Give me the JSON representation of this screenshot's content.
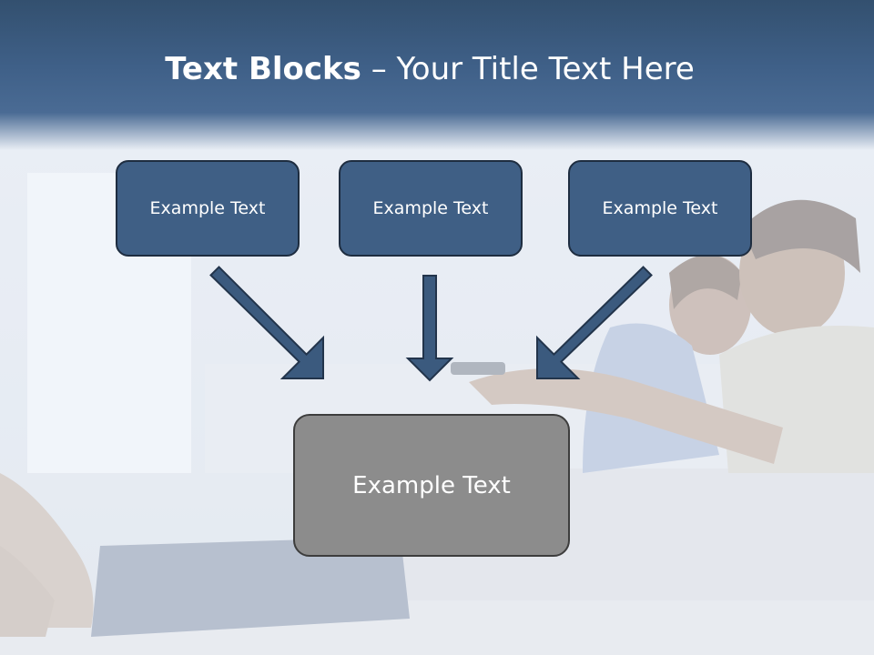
{
  "title": {
    "bold": "Text Blocks",
    "dash": " – ",
    "rest": "Your Title Text Here"
  },
  "blocks": {
    "top": [
      {
        "label": "Example Text"
      },
      {
        "label": "Example Text"
      },
      {
        "label": "Example Text"
      }
    ],
    "bottom": {
      "label": "Example Text"
    }
  },
  "colors": {
    "header_band": "#3f6088",
    "top_box_fill": "#3f5f85",
    "top_box_border": "#1e2d40",
    "bottom_box_fill": "#8c8c8c",
    "bottom_box_border": "#3d3d3d",
    "arrow_fill": "#3b5a7e",
    "arrow_stroke": "#22344b",
    "text": "#ffffff"
  },
  "icons": {
    "arrows": [
      "arrow-down-right-icon",
      "arrow-down-icon",
      "arrow-down-left-icon"
    ]
  }
}
